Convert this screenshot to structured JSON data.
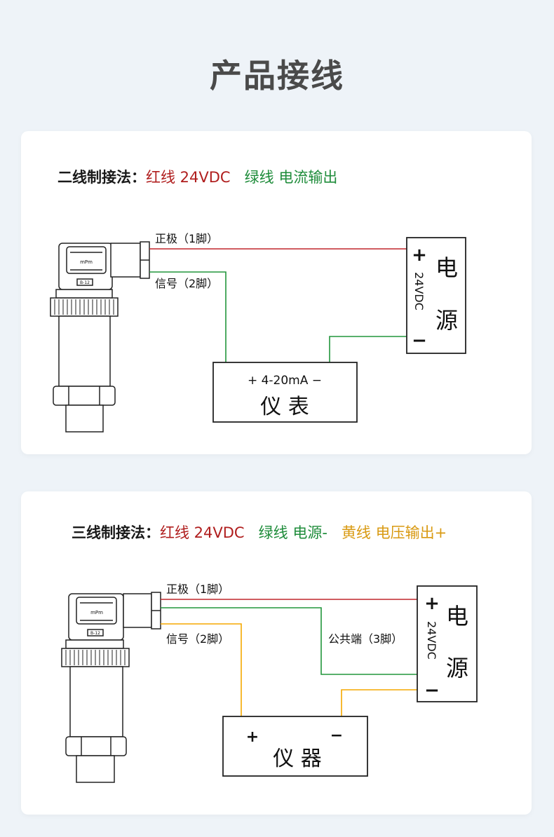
{
  "title": "产品接线",
  "colors": {
    "red": "#b01e1e",
    "green": "#1e8c3a",
    "yellow": "#f5a800",
    "wire_red": "#c0262b",
    "wire_green": "#22963c"
  },
  "two_wire": {
    "heading": "二线制接法：",
    "red_text": "红线 24VDC",
    "green_text": "绿线 电流输出",
    "label_pos": "正极（1脚）",
    "label_sig": "信号（2脚）",
    "power_plus": "+",
    "power_minus": "−",
    "power_voltage": "24VDC",
    "power_name_1": "电",
    "power_name_2": "源",
    "meter_range": "+ 4-20mA −",
    "meter_name": "仪 表",
    "sensor_window": "mPm",
    "sensor_tag": "B-12"
  },
  "three_wire": {
    "heading": "三线制接法：",
    "red_text": "红线 24VDC",
    "green_text": "绿线 电源-",
    "yellow_text": "黄线 电压输出+",
    "label_pos": "正极（1脚）",
    "label_sig": "信号（2脚）",
    "label_com": "公共端（3脚）",
    "power_plus": "+",
    "power_minus": "−",
    "power_voltage": "24VDC",
    "power_name_1": "电",
    "power_name_2": "源",
    "meter_plus": "+",
    "meter_minus": "−",
    "meter_name": "仪 器",
    "sensor_window": "mPm",
    "sensor_tag": "B-12"
  }
}
